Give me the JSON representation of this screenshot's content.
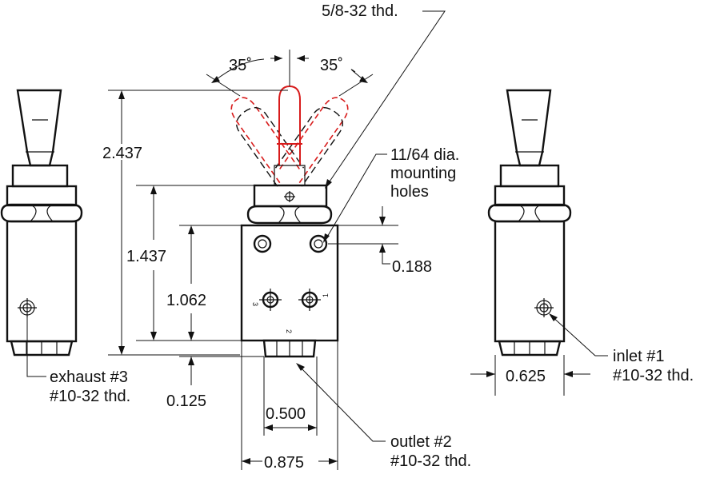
{
  "dimensions": {
    "overall_height": "2.437",
    "body_height": "1.437",
    "port_height": "1.062",
    "hex_height": "0.125",
    "hole_spacing": "0.188",
    "port_spacing": "0.500",
    "body_width": "0.875",
    "side_width": "0.625",
    "throw_left": "35˚",
    "throw_right": "35˚"
  },
  "callouts": {
    "thread_top": "5/8-32 thd.",
    "mounting_holes": [
      "11/64 dia.",
      "mounting",
      "holes"
    ],
    "exhaust": [
      "exhaust #3",
      "#10-32 thd."
    ],
    "inlet": [
      "inlet #1",
      "#10-32 thd."
    ],
    "outlet": [
      "outlet #2",
      "#10-32 thd."
    ]
  },
  "port_numbers": {
    "left": "3",
    "right": "1",
    "bottom": "2"
  },
  "colors": {
    "lines": "#111111",
    "toggle_highlight": "#d81b1b"
  }
}
